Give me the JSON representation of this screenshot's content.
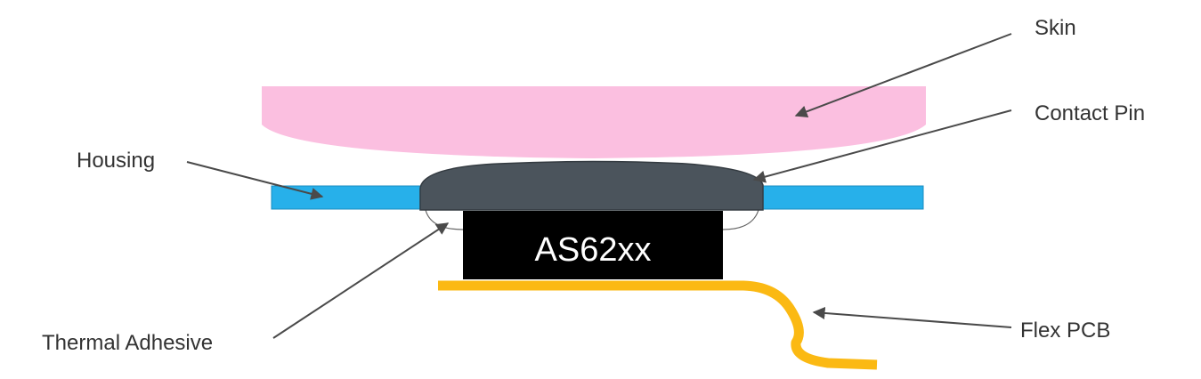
{
  "labels": {
    "skin": "Skin",
    "contact_pin": "Contact Pin",
    "housing": "Housing",
    "thermal_adhesive": "Thermal Adhesive",
    "flex_pcb": "Flex PCB"
  },
  "chip": {
    "name": "AS62xx"
  },
  "colors": {
    "skin": "#fbbfe0",
    "housing": "#27b0ea",
    "contact_pin": "#4b545c",
    "chip": "#000000",
    "flex_pcb": "#fbb913",
    "arrow": "#4a4a4a",
    "text": "#333333"
  }
}
